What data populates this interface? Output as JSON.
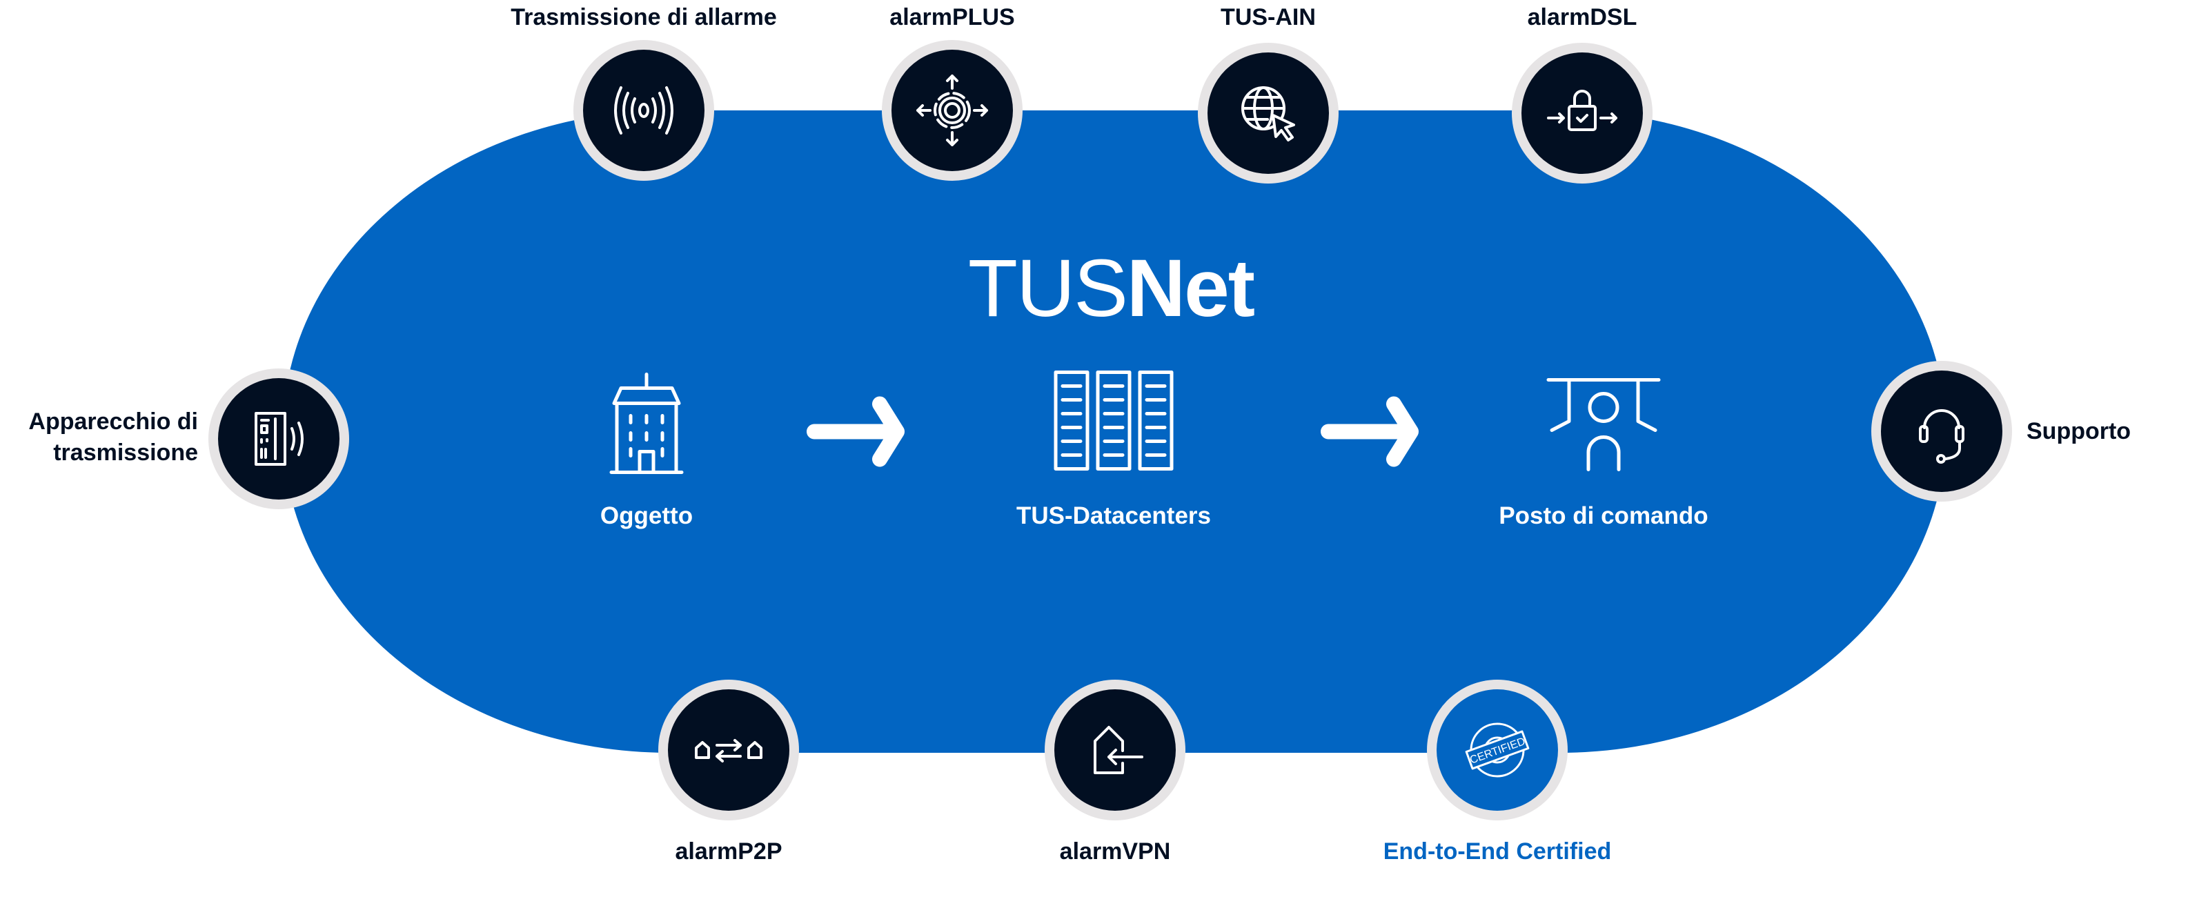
{
  "title": {
    "prefix": "TUS",
    "suffix": "Net"
  },
  "flow": [
    {
      "label": "Oggetto",
      "icon": "building-icon"
    },
    {
      "label": "TUS-Datacenters",
      "icon": "server-racks-icon"
    },
    {
      "label": "Posto di comando",
      "icon": "operator-console-icon"
    }
  ],
  "nodes": {
    "trasmissione": "Trasmissione di allarme",
    "alarmplus": "alarmPLUS",
    "tusain": "TUS-AIN",
    "alarmdsl": "alarmDSL",
    "apparecchio_1": "Apparecchio di",
    "apparecchio_2": "trasmissione",
    "supporto": "Supporto",
    "alarmp2p": "alarmP2P",
    "alarmvpn": "alarmVPN",
    "certified": "End-to-End Certified",
    "certified_badge": "CERTIFIED"
  },
  "colors": {
    "brand_blue": "#0265c2",
    "dark": "#020f22",
    "ring": "#e6e4e5"
  }
}
